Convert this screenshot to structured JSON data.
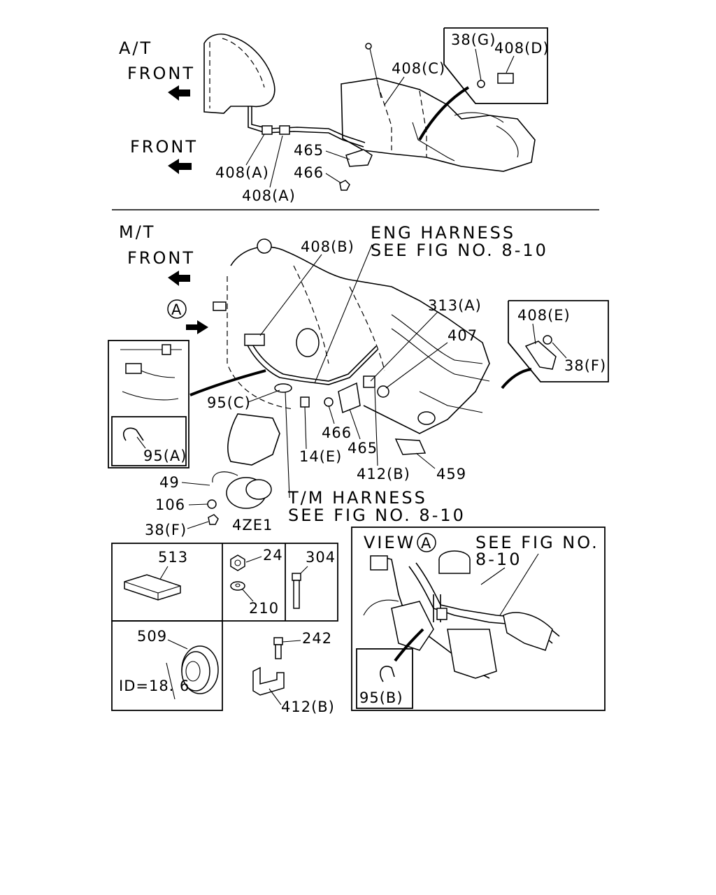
{
  "sections": {
    "at": {
      "title": "A/T",
      "front_1": "FRONT",
      "front_2": "FRONT"
    },
    "mt": {
      "title": "M/T",
      "front": "FRONT",
      "view_marker": "A",
      "engine": "4ZE1"
    }
  },
  "callouts": {
    "at": {
      "c38g": "38(G)",
      "c408d": "408(D)",
      "c408c": "408(C)",
      "c465": "465",
      "c466": "466",
      "c408a_1": "408(A)",
      "c408a_2": "408(A)"
    },
    "mt": {
      "c408b": "408(B)",
      "c313a": "313(A)",
      "c407": "407",
      "c408e": "408(E)",
      "c38f_right": "38(F)",
      "c95c": "95(C)",
      "c466": "466",
      "c465": "465",
      "c14e": "14(E)",
      "c412b": "412(B)",
      "c459": "459",
      "c95a": "95(A)",
      "c49": "49",
      "c106": "106",
      "c38f_left": "38(F)"
    }
  },
  "notes": {
    "eng_harness_1": "ENG HARNESS",
    "eng_harness_2": "SEE FIG NO. 8-10",
    "tm_harness_1": "T/M HARNESS",
    "tm_harness_2": "SEE FIG NO. 8-10"
  },
  "parts_table": {
    "p513": "513",
    "p24": "24",
    "p210": "210",
    "p304": "304",
    "p509": "509",
    "id_label": "ID=18. 6",
    "p242": "242",
    "p412b": "412(B)"
  },
  "view_a": {
    "view_label": "VIEW",
    "view_marker": "A",
    "see_fig_1": "SEE FIG NO.",
    "see_fig_2": "8-10",
    "c95b": "95(B)"
  }
}
